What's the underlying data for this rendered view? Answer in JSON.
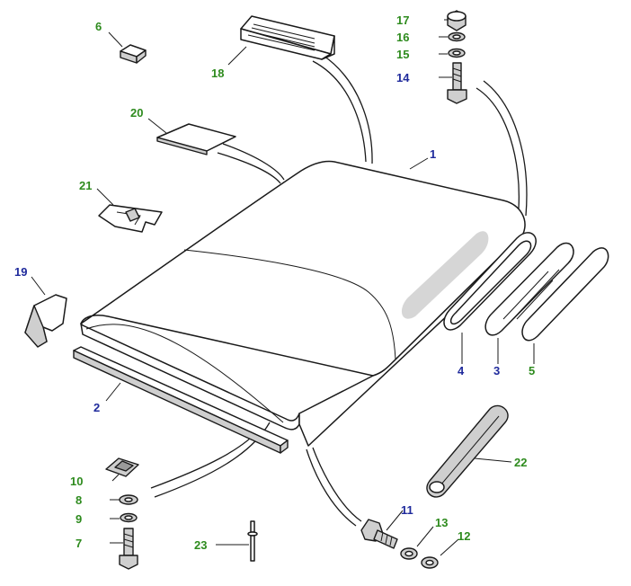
{
  "colors": {
    "green_label": "#2e8b1e",
    "blue_label": "#1f2a9c"
  },
  "labels": {
    "l1": "1",
    "l2": "2",
    "l3": "3",
    "l4": "4",
    "l5": "5",
    "l6": "6",
    "l7": "7",
    "l8": "8",
    "l9": "9",
    "l10": "10",
    "l11": "11",
    "l12": "12",
    "l13": "13",
    "l14": "14",
    "l15": "15",
    "l16": "16",
    "l17": "17",
    "l18": "18",
    "l19": "19",
    "l20": "20",
    "l21": "21",
    "l22": "22",
    "l23": "23"
  }
}
